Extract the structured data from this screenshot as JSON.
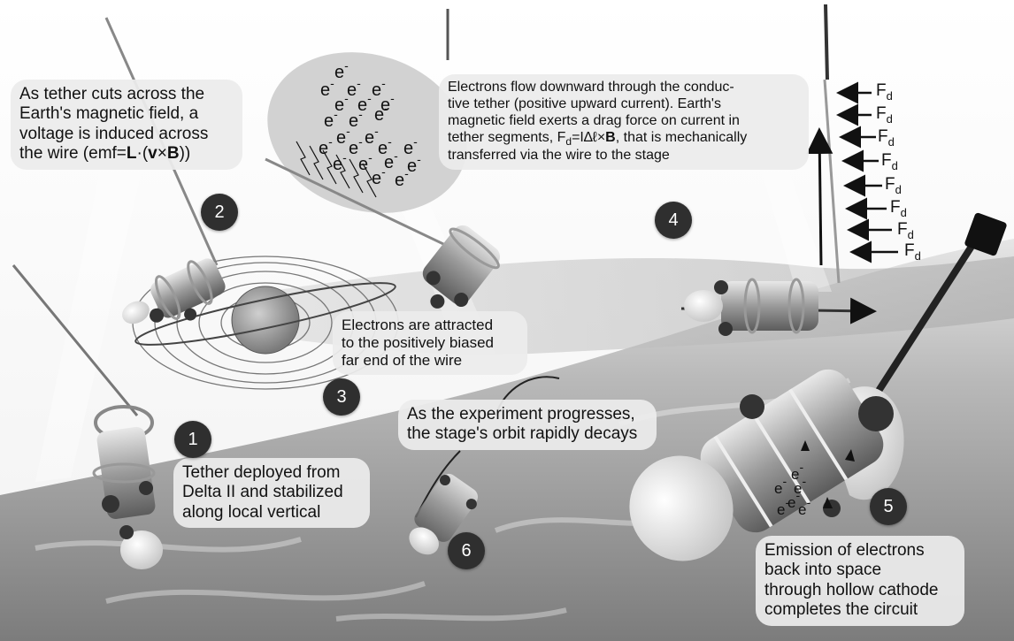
{
  "callouts": {
    "c1": [
      "Tether deployed from",
      "Delta II and stabilized",
      "along local vertical"
    ],
    "c2": {
      "line1": "As tether cuts across the",
      "line2": "Earth's magnetic field, a",
      "line3": "voltage is induced across",
      "line4_prefix": "the wire (emf=",
      "L": "L",
      "dot": "·(",
      "v": "v",
      "times": "×",
      "B": "B",
      "close": "))"
    },
    "c3": [
      "Electrons are attracted",
      "to the positively biased",
      "far end of the wire"
    ],
    "c4": {
      "line1": "Electrons flow downward through the conduc-",
      "line2": "tive tether (positive upward current). Earth's",
      "line3": "magnetic field exerts a drag force on current in",
      "line4_prefix": "tether segments, F",
      "line4_sub": "d",
      "line4_formula": "=I∆ℓ×",
      "line4_B": "B",
      "line4_suffix": ", that is mechanically",
      "line5": "transferred via the wire to the stage"
    },
    "c5": [
      "Emission of electrons",
      "back into space",
      "through hollow cathode",
      "completes the circuit"
    ],
    "c6": [
      "As the experiment progresses,",
      "the stage's orbit rapidly decays"
    ]
  },
  "badges": [
    "1",
    "2",
    "3",
    "4",
    "5",
    "6"
  ],
  "electron": {
    "symbol": "e",
    "charge": "-"
  },
  "drag_force": {
    "symbol": "F",
    "subscript": "d"
  }
}
